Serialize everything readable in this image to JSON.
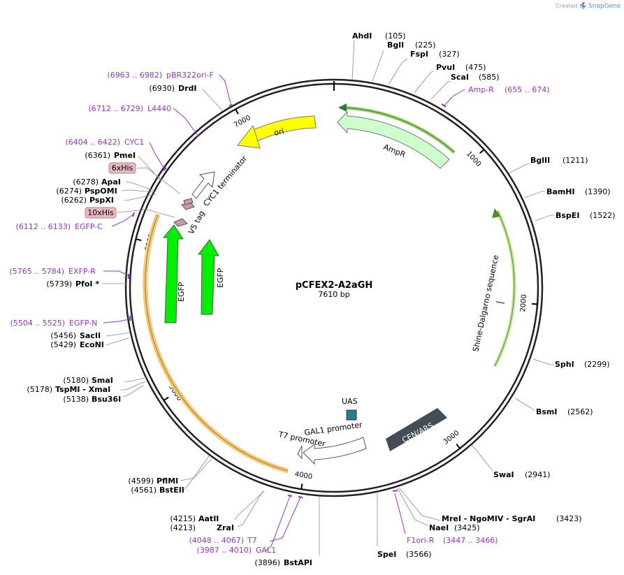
{
  "header": {
    "created_by": "Created by",
    "brand": "SnapGene",
    "brand_icon": "snapgene-logo-icon"
  },
  "plasmid": {
    "name": "pCFEX2-A2aGH",
    "length": "7610 bp",
    "length_bp": 7610
  },
  "ticks": [
    {
      "label": "1000",
      "pos": 1000
    },
    {
      "label": "2000",
      "pos": 2000
    },
    {
      "label": "3000",
      "pos": 3000
    },
    {
      "label": "4000",
      "pos": 4000
    },
    {
      "label": "5000",
      "pos": 5000
    },
    {
      "label": "6000",
      "pos": 6000
    },
    {
      "label": "7000",
      "pos": 7000
    }
  ],
  "enzymes_right": [
    {
      "name": "AhdI",
      "pos_text": "(105)"
    },
    {
      "name": "BglI",
      "pos_text": "(225)"
    },
    {
      "name": "FspI",
      "pos_text": "(327)"
    },
    {
      "name": "PvuI",
      "pos_text": "(475)"
    },
    {
      "name": "ScaI",
      "pos_text": "(585)"
    },
    {
      "name": "BglII",
      "pos_text": "(1211)"
    },
    {
      "name": "BamHI",
      "pos_text": "(1390)"
    },
    {
      "name": "BspEI",
      "pos_text": "(1522)"
    },
    {
      "name": "SphI",
      "pos_text": "(2299)"
    },
    {
      "name": "BsmI",
      "pos_text": "(2562)"
    },
    {
      "name": "SwaI",
      "pos_text": "(2941)"
    },
    {
      "name": "MreI - NgoMIV - SgrAI",
      "pos_text": "(3423)"
    },
    {
      "name": "NaeI",
      "pos_text": "(3425)"
    },
    {
      "name": "SpeI",
      "pos_text": "(3566)"
    }
  ],
  "enzymes_left": [
    {
      "name": "BstAPI",
      "pos_text": "(3896)"
    },
    {
      "name": "AatII",
      "pos_text": "(4215)"
    },
    {
      "name": "ZraI",
      "pos_text": "(4213)"
    },
    {
      "name": "PflMI",
      "pos_text": "(4599)"
    },
    {
      "name": "BstEII",
      "pos_text": "(4561)"
    },
    {
      "name": "SmaI",
      "pos_text": "(5180)"
    },
    {
      "name": "TspMI - XmaI",
      "pos_text": "(5178)"
    },
    {
      "name": "Bsu36I",
      "pos_text": "(5138)"
    },
    {
      "name": "SacII",
      "pos_text": "(5456)"
    },
    {
      "name": "EcoNI",
      "pos_text": "(5429)"
    },
    {
      "name": "PfoI *",
      "pos_text": "(5739)"
    },
    {
      "name": "ApaI",
      "pos_text": "(6278)"
    },
    {
      "name": "PspOMI",
      "pos_text": "(6274)"
    },
    {
      "name": "PspXI",
      "pos_text": "(6262)"
    },
    {
      "name": "PmeI",
      "pos_text": "(6361)"
    },
    {
      "name": "DrdI",
      "pos_text": "(6930)"
    }
  ],
  "primers": [
    {
      "name": "Amp-R",
      "range": "(655 .. 674)"
    },
    {
      "name": "F1ori-R",
      "range": "(3447 .. 3466)"
    },
    {
      "name": "T7",
      "range": "(4048 .. 4067)"
    },
    {
      "name": "GAL1",
      "range": "(3987 .. 4010)"
    },
    {
      "name": "EGFP-N",
      "range": "(5504 .. 5525)"
    },
    {
      "name": "EXFP-R",
      "range": "(5765 .. 5784)"
    },
    {
      "name": "EGFP-C",
      "range": "(6112 .. 6133)"
    },
    {
      "name": "CYC1",
      "range": "(6404 .. 6422)"
    },
    {
      "name": "L4440",
      "range": "(6712 .. 6729)"
    },
    {
      "name": "pBR322ori-F",
      "range": "(6963 .. 6982)"
    }
  ],
  "tags": [
    "6xHis",
    "10xHis"
  ],
  "features": {
    "ampr": "AmpR",
    "ori": "ori",
    "cyc1": "CYC1 terminator",
    "v5": "V5 tag",
    "egfp1": "EGFP",
    "egfp2": "EGFP",
    "shine": "Shine-Dalgarno sequence",
    "cen": "CEN/ARS",
    "gal1": "GAL1 promoter",
    "t7": "T7 promoter",
    "uas": "UAS"
  },
  "colors": {
    "primer": "#9933cc",
    "ampr_fill": "#ccffcc",
    "ori_fill": "#ffff00",
    "egfp_fill": "#00ee00",
    "cen_fill": "#444d55",
    "uas_fill": "#2a7a8f",
    "tag_fill": "#c99aa8",
    "tag_box": "#e8b8c0"
  }
}
